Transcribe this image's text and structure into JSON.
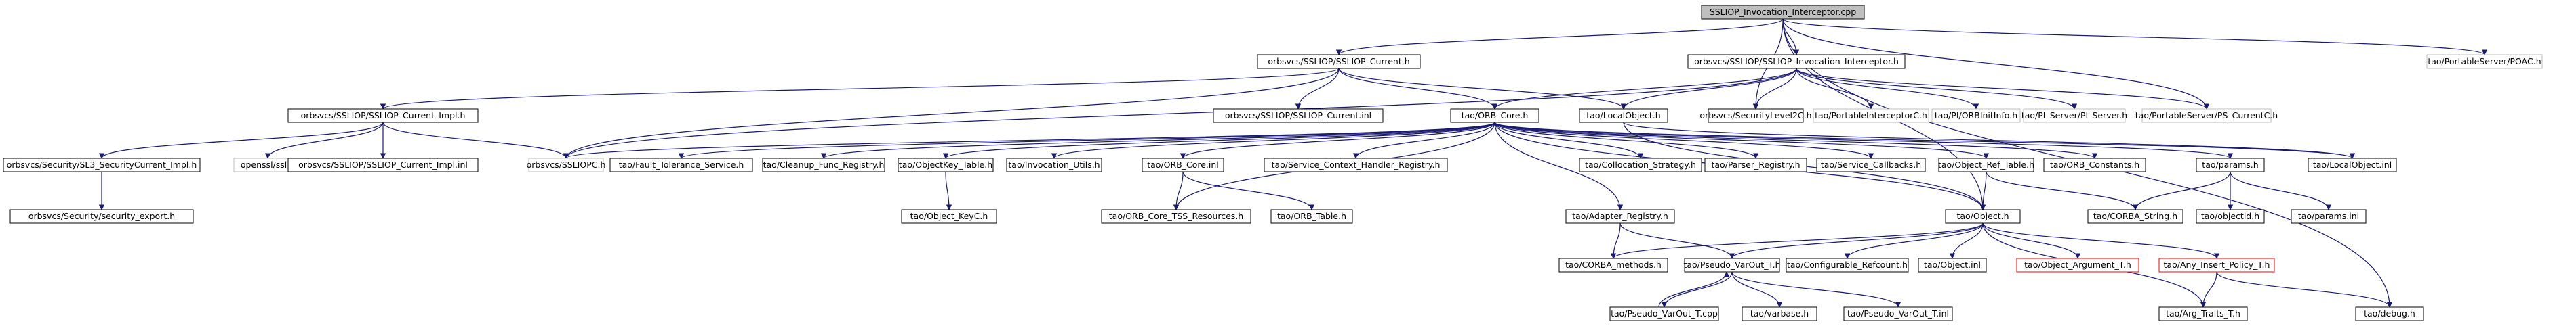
{
  "diagram": {
    "type": "include-dependency-graph",
    "nodes": [
      {
        "id": "root",
        "label": "SSLIOP_Invocation_Interceptor.cpp",
        "style": "root"
      },
      {
        "id": "cur_h",
        "label": "orbsvcs/SSLIOP/SSLIOP_Current.h"
      },
      {
        "id": "ii_h",
        "label": "orbsvcs/SSLIOP/SSLIOP_Invocation_Interceptor.h"
      },
      {
        "id": "poac",
        "label": "tao/PortableServer/POAC.h",
        "style": "light"
      },
      {
        "id": "cimpl_h",
        "label": "orbsvcs/SSLIOP/SSLIOP_Current_Impl.h"
      },
      {
        "id": "cur_inl",
        "label": "orbsvcs/SSLIOP/SSLIOP_Current.inl"
      },
      {
        "id": "orb_core",
        "label": "tao/ORB_Core.h"
      },
      {
        "id": "localobj",
        "label": "tao/LocalObject.h"
      },
      {
        "id": "seclvl2",
        "label": "orbsvcs/SecurityLevel2C.h"
      },
      {
        "id": "pic",
        "label": "tao/PortableInterceptorC.h",
        "style": "light"
      },
      {
        "id": "orbinit",
        "label": "tao/PI/ORBInitInfo.h",
        "style": "light"
      },
      {
        "id": "piserver",
        "label": "tao/PI_Server/PI_Server.h",
        "style": "light"
      },
      {
        "id": "pscur",
        "label": "tao/PortableServer/PS_CurrentC.h",
        "style": "light"
      },
      {
        "id": "sl3",
        "label": "orbsvcs/Security/SL3_SecurityCurrent_Impl.h"
      },
      {
        "id": "openssl",
        "label": "openssl/ssl.h",
        "style": "light"
      },
      {
        "id": "cimpl_inl",
        "label": "orbsvcs/SSLIOP/SSLIOP_Current_Impl.inl"
      },
      {
        "id": "sslioc",
        "label": "orbsvcs/SSLIOPC.h",
        "style": "light"
      },
      {
        "id": "secexp",
        "label": "orbsvcs/Security/security_export.h"
      },
      {
        "id": "ft",
        "label": "tao/Fault_Tolerance_Service.h"
      },
      {
        "id": "cleanup",
        "label": "tao/Cleanup_Func_Registry.h"
      },
      {
        "id": "objkey",
        "label": "tao/ObjectKey_Table.h"
      },
      {
        "id": "invutils",
        "label": "tao/Invocation_Utils.h"
      },
      {
        "id": "orbcore_inl",
        "label": "tao/ORB_Core.inl"
      },
      {
        "id": "sch",
        "label": "tao/Service_Context_Handler_Registry.h"
      },
      {
        "id": "colloc",
        "label": "tao/Collocation_Strategy.h"
      },
      {
        "id": "parser",
        "label": "tao/Parser_Registry.h"
      },
      {
        "id": "svccb",
        "label": "tao/Service_Callbacks.h"
      },
      {
        "id": "objref",
        "label": "tao/Object_Ref_Table.h"
      },
      {
        "id": "orbconst",
        "label": "tao/ORB_Constants.h"
      },
      {
        "id": "params_h",
        "label": "tao/params.h"
      },
      {
        "id": "localobj_inl",
        "label": "tao/LocalObject.inl"
      },
      {
        "id": "objkeyc",
        "label": "tao/Object_KeyC.h"
      },
      {
        "id": "tss",
        "label": "tao/ORB_Core_TSS_Resources.h"
      },
      {
        "id": "orbtable",
        "label": "tao/ORB_Table.h"
      },
      {
        "id": "adapter",
        "label": "tao/Adapter_Registry.h"
      },
      {
        "id": "object_h",
        "label": "tao/Object.h"
      },
      {
        "id": "corbastr",
        "label": "tao/CORBA_String.h"
      },
      {
        "id": "objectid",
        "label": "tao/objectid.h"
      },
      {
        "id": "params_inl",
        "label": "tao/params.inl"
      },
      {
        "id": "corbameth",
        "label": "tao/CORBA_methods.h"
      },
      {
        "id": "pvo_h",
        "label": "tao/Pseudo_VarOut_T.h"
      },
      {
        "id": "confref",
        "label": "tao/Configurable_Refcount.h"
      },
      {
        "id": "object_inl",
        "label": "tao/Object.inl"
      },
      {
        "id": "objarg",
        "label": "tao/Object_Argument_T.h",
        "style": "red"
      },
      {
        "id": "anyins",
        "label": "tao/Any_Insert_Policy_T.h",
        "style": "red"
      },
      {
        "id": "pvo_cpp",
        "label": "tao/Pseudo_VarOut_T.cpp"
      },
      {
        "id": "varbase",
        "label": "tao/varbase.h"
      },
      {
        "id": "pvo_inl",
        "label": "tao/Pseudo_VarOut_T.inl"
      },
      {
        "id": "argtraits",
        "label": "tao/Arg_Traits_T.h"
      },
      {
        "id": "debug",
        "label": "tao/debug.h"
      }
    ],
    "edges": [
      [
        "root",
        "cur_h"
      ],
      [
        "root",
        "ii_h"
      ],
      [
        "root",
        "poac"
      ],
      [
        "root",
        "seclvl2"
      ],
      [
        "root",
        "object_h"
      ],
      [
        "root",
        "pscur"
      ],
      [
        "root",
        "debug"
      ],
      [
        "cur_h",
        "cimpl_h"
      ],
      [
        "cur_h",
        "cur_inl"
      ],
      [
        "cur_h",
        "orb_core"
      ],
      [
        "cur_h",
        "localobj"
      ],
      [
        "cur_h",
        "sslioc"
      ],
      [
        "ii_h",
        "seclvl2"
      ],
      [
        "ii_h",
        "pic"
      ],
      [
        "ii_h",
        "orbinit"
      ],
      [
        "ii_h",
        "piserver"
      ],
      [
        "ii_h",
        "pscur"
      ],
      [
        "ii_h",
        "localobj"
      ],
      [
        "ii_h",
        "sslioc"
      ],
      [
        "ii_h",
        "orb_core"
      ],
      [
        "cimpl_h",
        "sl3"
      ],
      [
        "cimpl_h",
        "openssl"
      ],
      [
        "cimpl_h",
        "cimpl_inl"
      ],
      [
        "cimpl_h",
        "sslioc"
      ],
      [
        "sl3",
        "secexp"
      ],
      [
        "orb_core",
        "sslioc"
      ],
      [
        "orb_core",
        "ft"
      ],
      [
        "orb_core",
        "cleanup"
      ],
      [
        "orb_core",
        "objkey"
      ],
      [
        "orb_core",
        "invutils"
      ],
      [
        "orb_core",
        "orbcore_inl"
      ],
      [
        "orb_core",
        "sch"
      ],
      [
        "orb_core",
        "colloc"
      ],
      [
        "orb_core",
        "parser"
      ],
      [
        "orb_core",
        "svccb"
      ],
      [
        "orb_core",
        "objref"
      ],
      [
        "orb_core",
        "orbconst"
      ],
      [
        "orb_core",
        "params_h"
      ],
      [
        "orb_core",
        "localobj_inl"
      ],
      [
        "orb_core",
        "adapter"
      ],
      [
        "orb_core",
        "object_h"
      ],
      [
        "orb_core",
        "tss"
      ],
      [
        "localobj",
        "object_h"
      ],
      [
        "localobj",
        "localobj_inl"
      ],
      [
        "objkey",
        "objkeyc"
      ],
      [
        "orbcore_inl",
        "tss"
      ],
      [
        "orbcore_inl",
        "orbtable"
      ],
      [
        "objref",
        "object_h"
      ],
      [
        "objref",
        "corbastr"
      ],
      [
        "params_h",
        "objectid"
      ],
      [
        "params_h",
        "params_inl"
      ],
      [
        "params_h",
        "corbastr"
      ],
      [
        "adapter",
        "corbameth"
      ],
      [
        "adapter",
        "pvo_h"
      ],
      [
        "object_h",
        "corbameth"
      ],
      [
        "object_h",
        "pvo_h"
      ],
      [
        "object_h",
        "confref"
      ],
      [
        "object_h",
        "object_inl"
      ],
      [
        "object_h",
        "objarg"
      ],
      [
        "object_h",
        "anyins"
      ],
      [
        "object_h",
        "argtraits"
      ],
      [
        "pvo_h",
        "pvo_cpp"
      ],
      [
        "pvo_h",
        "varbase"
      ],
      [
        "pvo_h",
        "pvo_inl"
      ],
      [
        "pvo_cpp",
        "pvo_h"
      ],
      [
        "anyins",
        "argtraits"
      ],
      [
        "anyins",
        "debug"
      ]
    ]
  }
}
